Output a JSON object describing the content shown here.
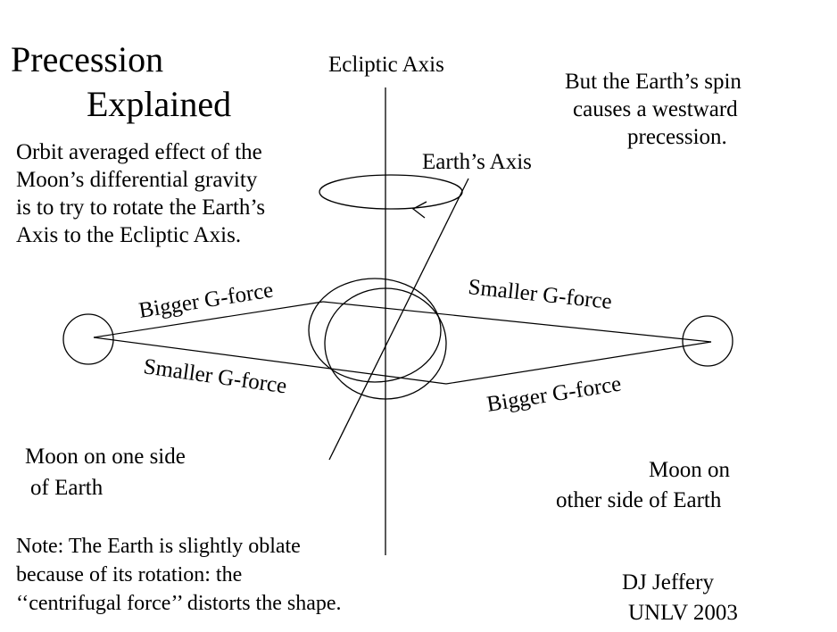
{
  "title": {
    "line1": "Precession",
    "line2": "Explained"
  },
  "labels": {
    "ecliptic_axis": "Ecliptic Axis",
    "earths_axis": "Earth’s Axis",
    "bigger_g_left": "Bigger G-force",
    "smaller_g_left": "Smaller G-force",
    "smaller_g_right": "Smaller G-force",
    "bigger_g_right": "Bigger G-force"
  },
  "orbit_note": [
    "Orbit averaged effect of the",
    "Moon’s differential gravity",
    "is to try to rotate the Earth’s",
    "Axis to the Ecliptic Axis."
  ],
  "spin_note": [
    "But the Earth’s spin",
    "causes a westward",
    "precession."
  ],
  "moon_left": [
    "Moon on one side",
    "of Earth"
  ],
  "moon_right": [
    "Moon on",
    "other side of Earth"
  ],
  "oblate_note": [
    "Note:  The Earth is slightly oblate",
    "because of its rotation:  the",
    "‘‘centrifugal force’’ distorts the shape."
  ],
  "credit": [
    "DJ Jeffery",
    "UNLV 2003"
  ]
}
